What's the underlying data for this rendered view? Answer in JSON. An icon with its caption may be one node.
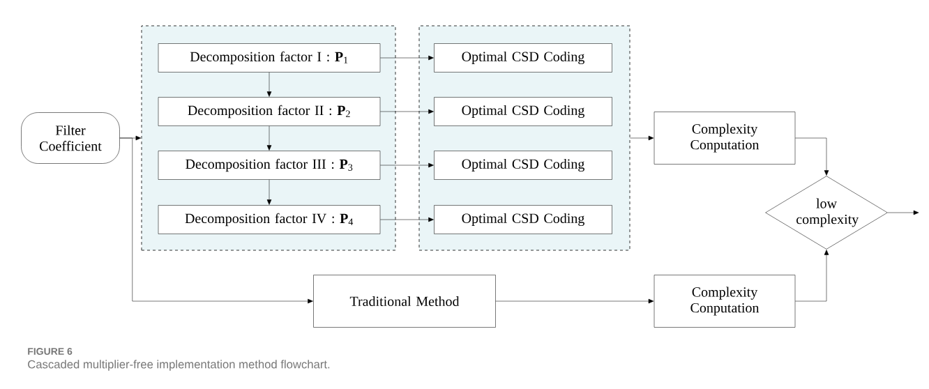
{
  "diagram": {
    "caption": "Cascaded multiplier-free implementation method flowchart.",
    "nodes": [
      {
        "text": [
          "Filter Coefficient"
        ]
      },
      {
        "text": [],
        "shape": "box"
      },
      {
        "text": [
          "Decomposition factor I : **P**$_{1}$"
        ],
        "in": 1
      },
      {
        "text": [
          "Decomposition factor II : **P**$_{2}$"
        ],
        "in": 1
      },
      {
        "text": [
          "Decomposition factor III : **P**$_{3}$"
        ],
        "in": 1
      },
      {
        "text": [
          "Decomposition factor IV : **P**$_{4}$"
        ],
        "in": 1
      },
      {
        "text": [],
        "shape": "box"
      },
      {
        "text": [
          "Optimal CSD Coding"
        ],
        "in": 6
      },
      {
        "text": [
          "Optimal CSD Coding"
        ],
        "in": 6
      },
      {
        "text": [
          "Optimal CSD Coding"
        ],
        "in": 6
      },
      {
        "text": [
          "Optimal CSD Coding"
        ],
        "in": 6
      },
      {
        "text": [
          "Complexity Conputation"
        ]
      },
      {
        "text": [
          "Traditional Method"
        ]
      },
      {
        "text": [
          "Complexity Conputation"
        ]
      },
      {
        "text": [
          "low complexity"
        ]
      }
    ],
    "edges": [
      {
        "from": 0,
        "to": 1,
        "arrow": "to"
      },
      {
        "from": 2,
        "to": 3,
        "arrow": "to"
      },
      {
        "from": 3,
        "to": 4,
        "arrow": "to"
      },
      {
        "from": 4,
        "to": 5,
        "arrow": "to"
      },
      {
        "from": 2,
        "to": 7,
        "arrow": "to"
      },
      {
        "from": 3,
        "to": 8,
        "arrow": "to"
      },
      {
        "from": 4,
        "to": 9,
        "arrow": "to"
      },
      {
        "from": 5,
        "to": 10,
        "arrow": "to"
      },
      {
        "from": 6,
        "to": 11,
        "arrow": "to"
      },
      {
        "from": 11,
        "to": 14,
        "arrow": "to"
      },
      {
        "from": 0,
        "to": 12,
        "arrow": "to"
      },
      {
        "from": 12,
        "to": 13,
        "arrow": "to"
      },
      {
        "from": 13,
        "to": 14,
        "arrow": "to"
      },
      {
        "from": 14,
        "to": null,
        "arrow": "to"
      }
    ],
    "labels": [
      "FIGURE 6"
    ]
  }
}
